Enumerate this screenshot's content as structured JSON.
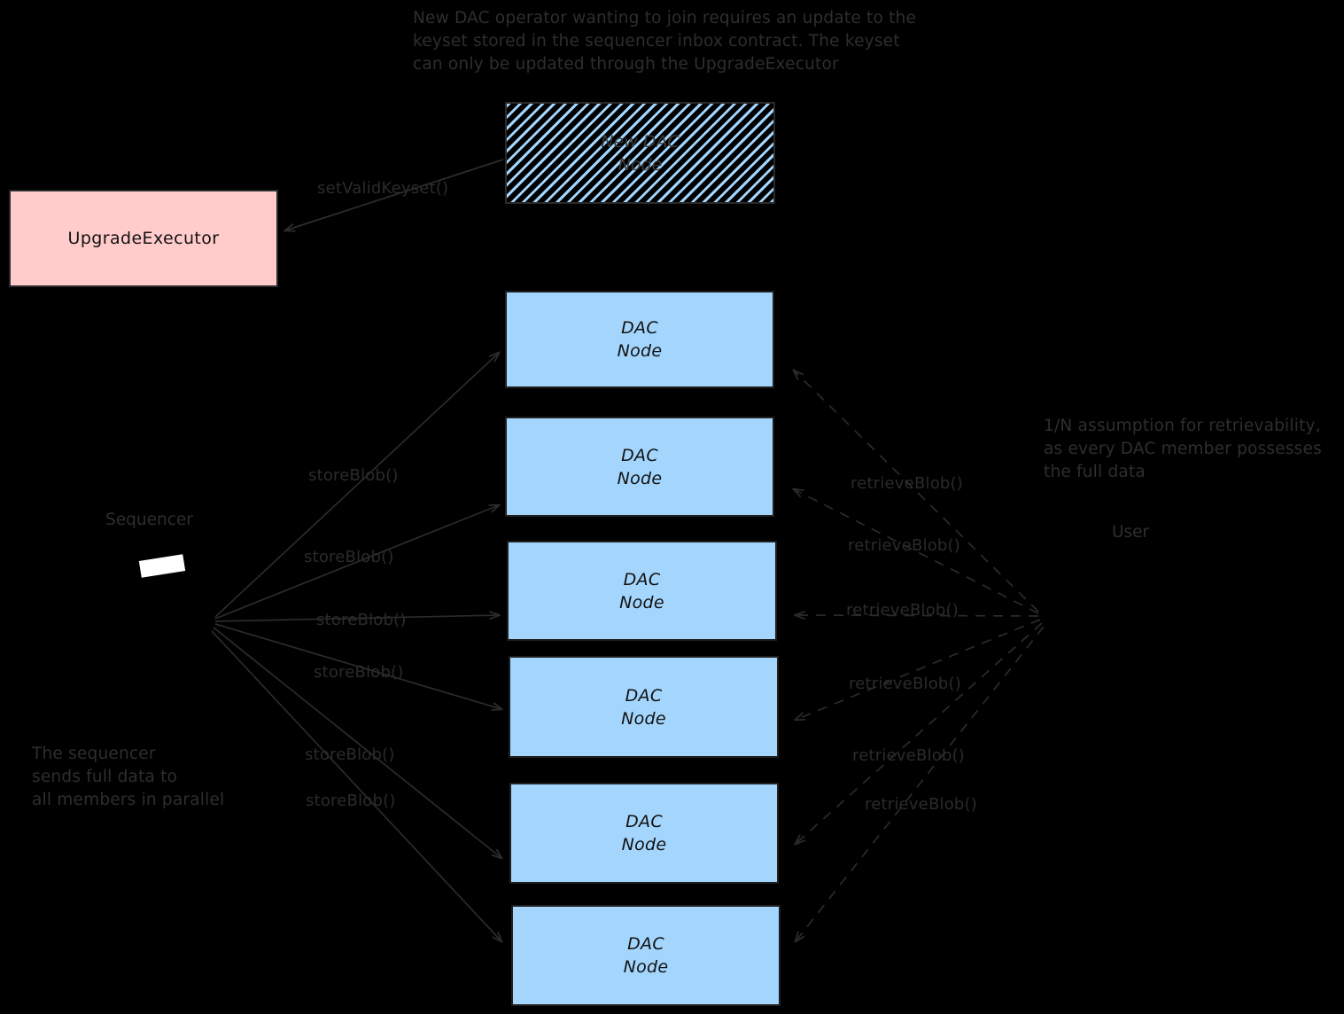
{
  "diagram": {
    "title_note": "New DAC operator wanting to join requires an update to the\nkeyset stored in the sequencer inbox contract. The keyset\ncan only be updated through the UpgradeExecutor",
    "background_color": "#000000",
    "node_fill": "#a3d5fd",
    "upgrade_fill": "#ffcccb",
    "stroke_color": "#2a2a2a",
    "text_color": "#121212"
  },
  "boxes": {
    "new_dac_node": {
      "label": "New DAC\nNode",
      "style": "hatched"
    },
    "upgrade_executor": {
      "label": "UpgradeExecutor",
      "style": "pink"
    },
    "dac_nodes": [
      {
        "label": "DAC\nNode"
      },
      {
        "label": "DAC\nNode"
      },
      {
        "label": "DAC\nNode"
      },
      {
        "label": "DAC\nNode"
      },
      {
        "label": "DAC\nNode"
      },
      {
        "label": "DAC\nNode"
      }
    ]
  },
  "actors": {
    "sequencer": "Sequencer",
    "user": "User"
  },
  "notes": {
    "sequencer_note": "The sequencer\nsends full data to\nall members in parallel",
    "retrievability_note": "1/N assumption for retrievability,\nas every DAC member possesses\nthe full data"
  },
  "edges": {
    "set_valid_keyset": "setValidKeyset()",
    "store_blob": [
      "storeBlob()",
      "storeBlob()",
      "storeBlob()",
      "storeBlob()",
      "storeBlob()",
      "storeBlob()"
    ],
    "retrieve_blob": [
      "retrieveBlob()",
      "retrieveBlob()",
      "retrieveBlob()",
      "retrieveBlob()",
      "retrieveBlob()",
      "retrieveBlob()"
    ]
  }
}
